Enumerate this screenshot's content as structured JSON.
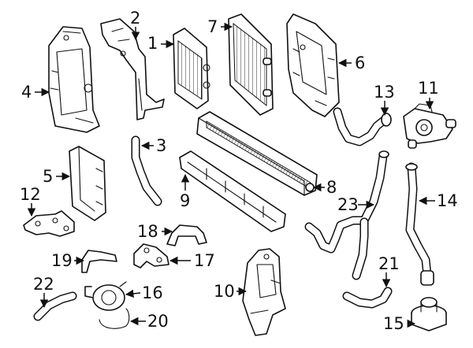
{
  "callouts": [
    {
      "id": "1",
      "label": "1"
    },
    {
      "id": "2",
      "label": "2"
    },
    {
      "id": "3",
      "label": "3"
    },
    {
      "id": "4",
      "label": "4"
    },
    {
      "id": "5",
      "label": "5"
    },
    {
      "id": "6",
      "label": "6"
    },
    {
      "id": "7",
      "label": "7"
    },
    {
      "id": "8",
      "label": "8"
    },
    {
      "id": "9",
      "label": "9"
    },
    {
      "id": "10",
      "label": "10"
    },
    {
      "id": "11",
      "label": "11"
    },
    {
      "id": "12",
      "label": "12"
    },
    {
      "id": "13",
      "label": "13"
    },
    {
      "id": "14",
      "label": "14"
    },
    {
      "id": "15",
      "label": "15"
    },
    {
      "id": "16",
      "label": "16"
    },
    {
      "id": "17",
      "label": "17"
    },
    {
      "id": "18",
      "label": "18"
    },
    {
      "id": "19",
      "label": "19"
    },
    {
      "id": "20",
      "label": "20"
    },
    {
      "id": "21",
      "label": "21"
    },
    {
      "id": "22",
      "label": "22"
    },
    {
      "id": "23",
      "label": "23"
    }
  ],
  "colors": {
    "line": "#111111",
    "background": "#ffffff"
  }
}
